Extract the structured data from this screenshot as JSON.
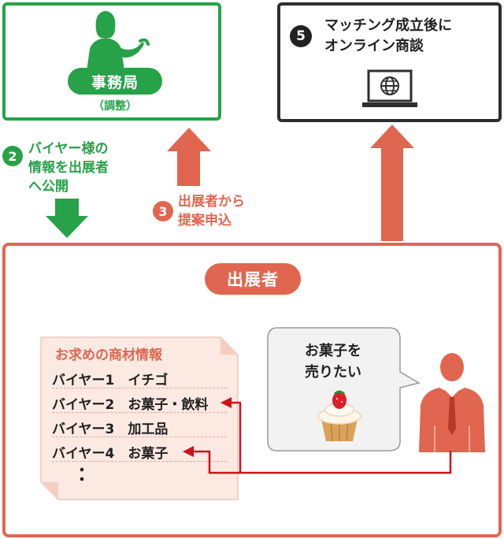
{
  "secretariat": {
    "label": "事務局",
    "sublabel": "（調整）"
  },
  "online_meeting": {
    "step": "5",
    "line1": "マッチング成立後に",
    "line2": "オンライン商談"
  },
  "step2": {
    "number": "2",
    "line1": "バイヤー様の",
    "line2": "情報を出展者",
    "line3": "へ公開"
  },
  "step3": {
    "number": "3",
    "line1": "出展者から",
    "line2": "提案申込"
  },
  "exhibitor": {
    "label": "出展者"
  },
  "buyer_list": {
    "title": "お求めの商材情報",
    "rows": [
      "バイヤー1　イチゴ",
      "バイヤー2　お菓子・飲料",
      "バイヤー3　加工品",
      "バイヤー4　お菓子"
    ],
    "continuation": "・\n・"
  },
  "speech": {
    "line1": "お菓子を",
    "line2": "売りたい"
  },
  "colors": {
    "green": "#27a248",
    "coral": "#e06650",
    "dark": "#2e2e2e",
    "red_connector": "#d0101b",
    "paper": "#fbe9e2"
  }
}
